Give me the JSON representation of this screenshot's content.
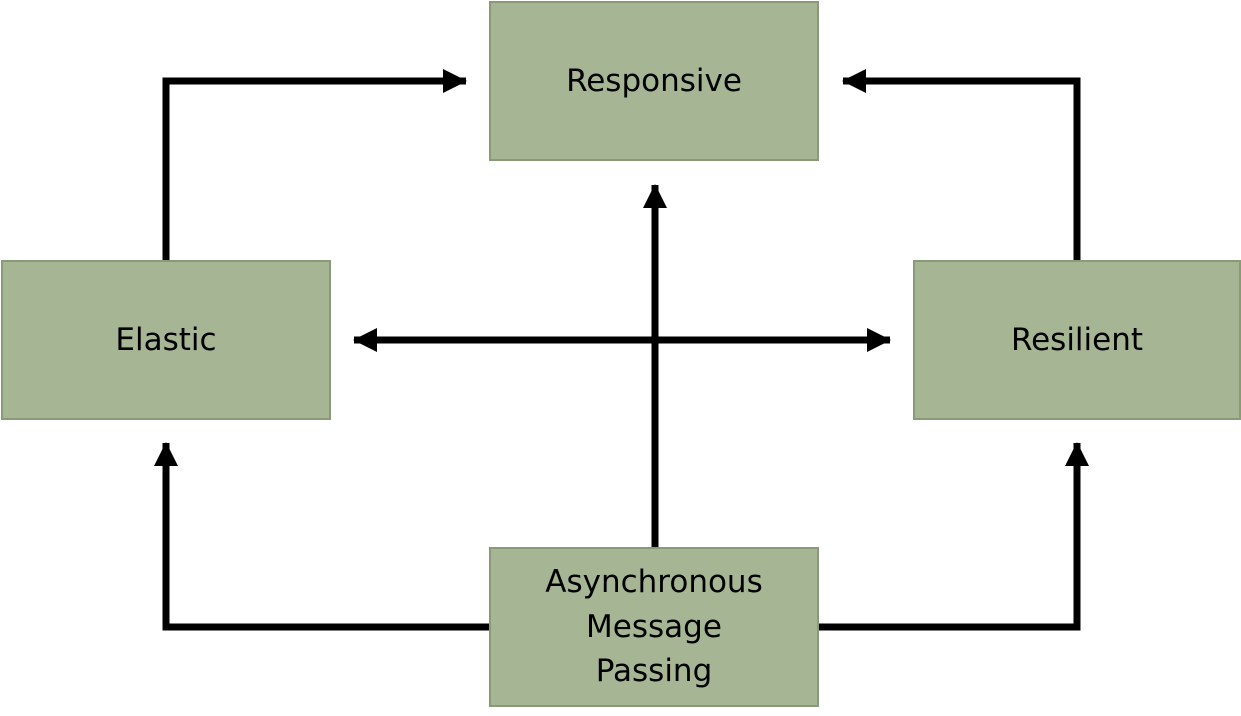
{
  "nodes": {
    "responsive": {
      "label": "Responsive"
    },
    "elastic": {
      "label": "Elastic"
    },
    "resilient": {
      "label": "Resilient"
    },
    "async": {
      "label": "Asynchronous\nMessage\nPassing"
    }
  },
  "colors": {
    "box_fill": "#a6b593",
    "box_border": "#8a9a76",
    "arrow": "#000000"
  },
  "edges": [
    {
      "from": "elastic",
      "to": "responsive"
    },
    {
      "from": "resilient",
      "to": "responsive"
    },
    {
      "from": "async",
      "to": "responsive"
    },
    {
      "from": "elastic",
      "to": "resilient",
      "bidirectional": true
    },
    {
      "from": "async",
      "to": "elastic"
    },
    {
      "from": "async",
      "to": "resilient"
    }
  ]
}
